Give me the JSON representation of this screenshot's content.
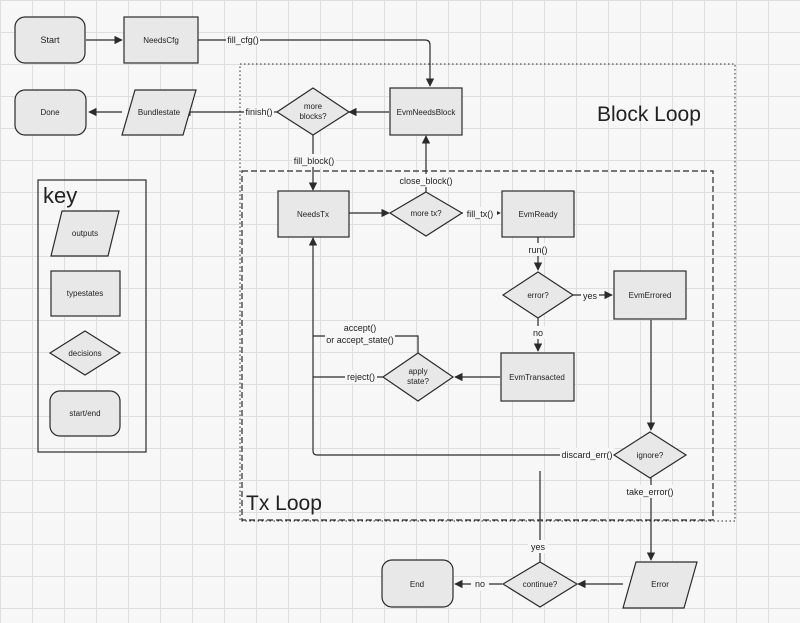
{
  "nodes": {
    "start": "Start",
    "needs_cfg": "NeedsCfg",
    "evm_needs_block": "EvmNeedsBlock",
    "more_blocks": [
      "more",
      "blocks?"
    ],
    "bundlestate": "Bundlestate",
    "done": "Done",
    "needs_tx": "NeedsTx",
    "more_tx": "more tx?",
    "evm_ready": "EvmReady",
    "error_q": "error?",
    "evm_errored": "EvmErrored",
    "evm_transacted": "EvmTransacted",
    "apply_state": [
      "apply",
      "state?"
    ],
    "ignore_q": "ignore?",
    "error": "Error",
    "continue_q": "continue?",
    "end": "End"
  },
  "edge_labels": {
    "fill_cfg": "fill_cfg()",
    "finish": "finish()",
    "fill_block": "fill_block()",
    "close_block": "close_block()",
    "fill_tx": "fill_tx()",
    "run": "run()",
    "yes_errored": "yes",
    "no_transacted": "no",
    "accept": [
      "accept()",
      "or accept_state()"
    ],
    "reject": "reject()",
    "discard_err": "discard_err()",
    "take_error": "take_error()",
    "yes_continue": "yes",
    "no_end": "no"
  },
  "regions": {
    "block_loop": "Block Loop",
    "tx_loop": "Tx Loop"
  },
  "key": {
    "title": "key",
    "outputs": "outputs",
    "typestates": "typestates",
    "decisions": "decisions",
    "start_end": "start/end"
  },
  "colors": {
    "shape_fill": "#e8e8e8",
    "stroke": "#2b2b2b",
    "background": "#f7f7f7"
  }
}
